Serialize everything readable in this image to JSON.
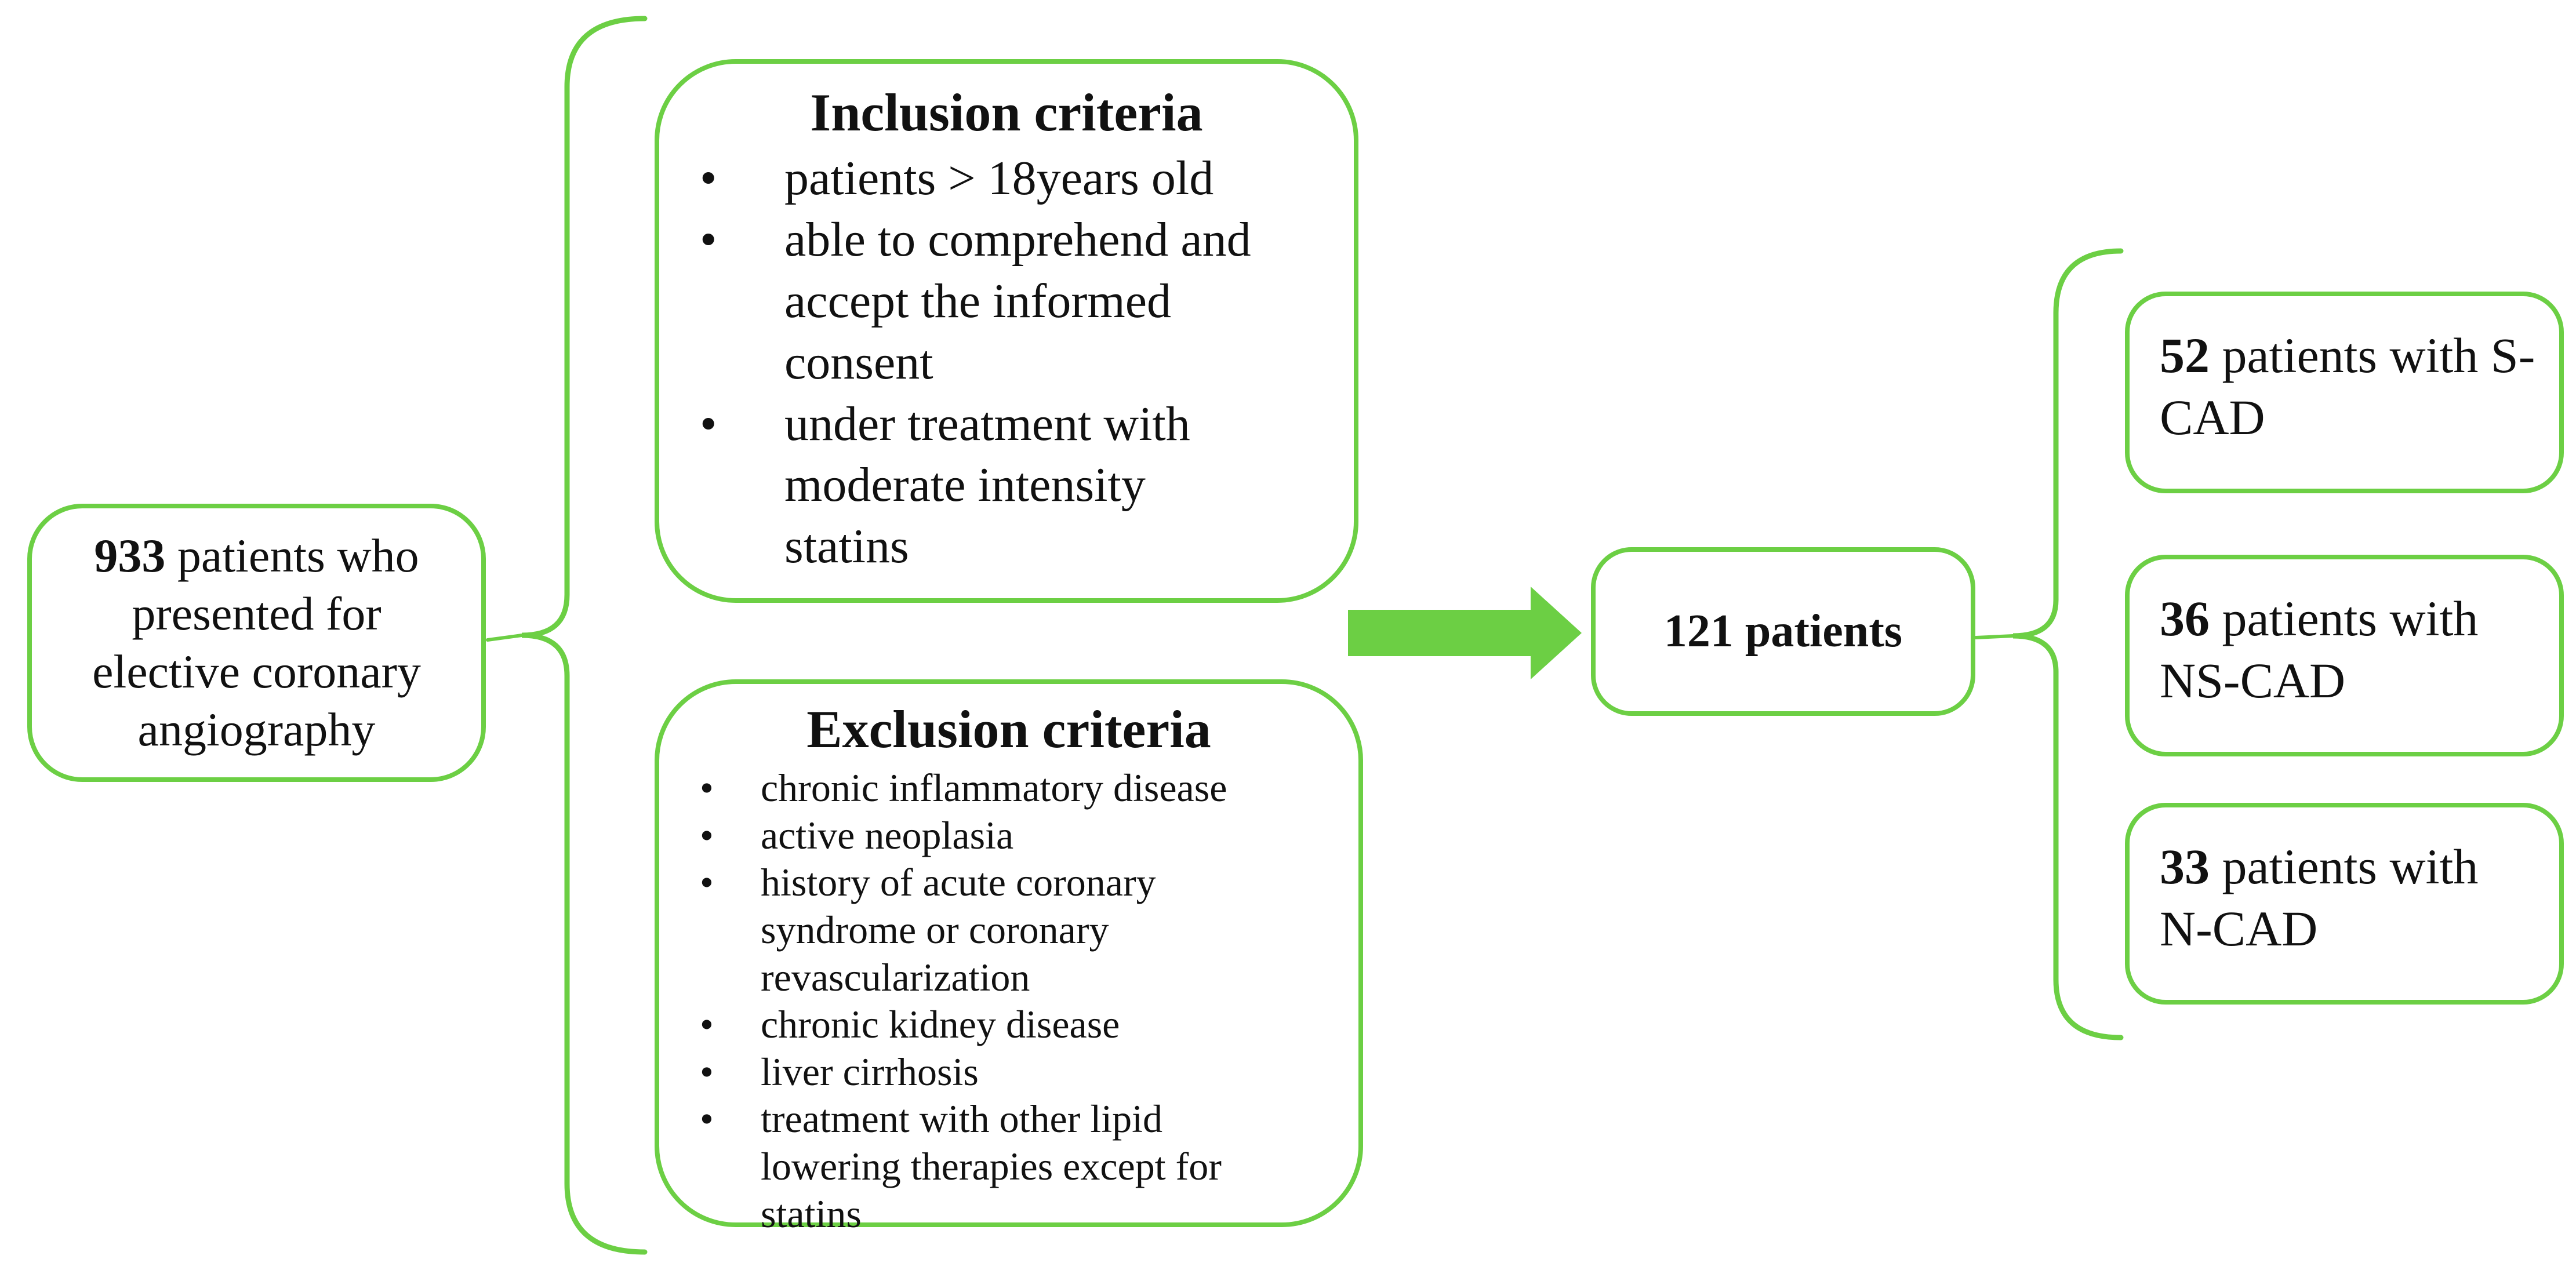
{
  "colors": {
    "accent": "#6CCF44",
    "text": "#111111"
  },
  "flow": {
    "source_box": {
      "number": "933",
      "rest": " patients who\npresented for\nelective coronary\nangiography"
    },
    "inclusion_box": {
      "title": "Inclusion criteria",
      "bullets": [
        "patients > 18years old",
        "able to comprehend and\naccept the informed\nconsent",
        "under treatment with\nmoderate intensity\nstatins"
      ]
    },
    "exclusion_box": {
      "title": "Exclusion criteria",
      "bullets": [
        "chronic inflammatory disease",
        "active neoplasia",
        "history of acute coronary\nsyndrome or coronary\nrevascularization",
        "chronic kidney disease",
        "liver cirrhosis",
        "treatment with other lipid\nlowering therapies except for\nstatins"
      ]
    },
    "result_box": {
      "label": "121 patients"
    },
    "outcome_boxes": [
      {
        "number": "52",
        "rest": " patients with S-\nCAD"
      },
      {
        "number": "36",
        "rest": " patients with\nNS-CAD"
      },
      {
        "number": "33",
        "rest": " patients with\nN-CAD"
      }
    ]
  }
}
